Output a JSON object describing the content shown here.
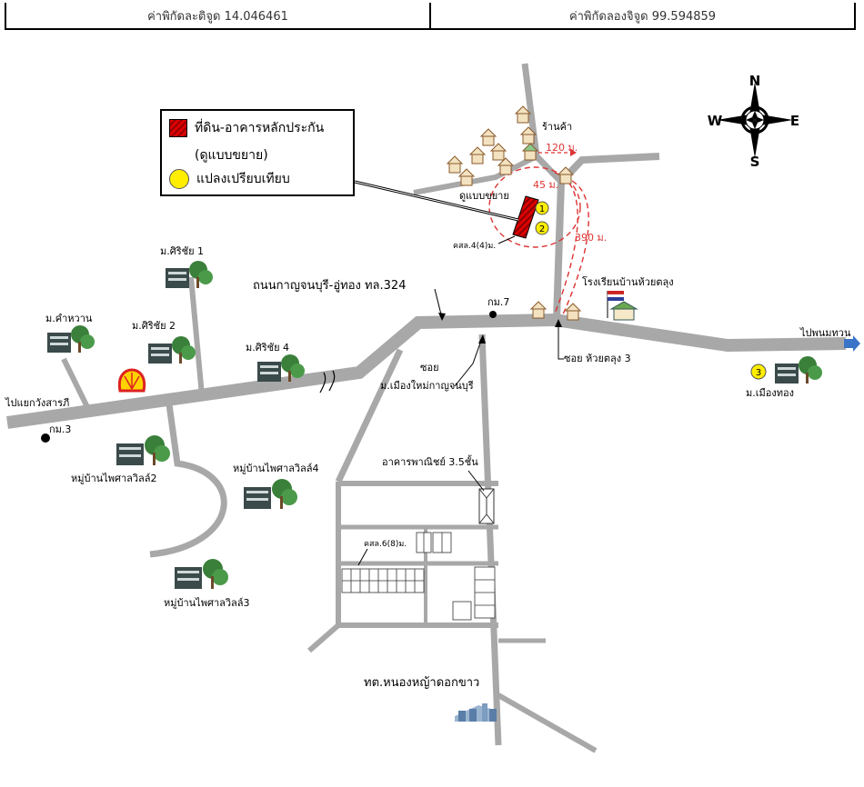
{
  "header": {
    "latitude": "ค่าพิกัดละติจูด 14.046461",
    "longitude": "ค่าพิกัดลองจิจูด 99.594859"
  },
  "legend": {
    "collateral": "ที่ดิน-อาคารหลักประกัน",
    "collateral_note": "(ดูแบบขยาย)",
    "comparable": "แปลงเปรียบเทียบ"
  },
  "compass": {
    "n": "N",
    "s": "S",
    "e": "E",
    "w": "W"
  },
  "labels": {
    "shop": "ร้านค้า",
    "dist_120": "120 ม.",
    "dist_45": "45 ม.",
    "dist_390": "390 ม.",
    "enlarged": "ดูแบบขยาย",
    "road_4": "คสล.4(4)ม.",
    "school": "โรงเรียนบ้านห้วยตลุง",
    "to_phanom_thuan": "ไปพนมทวน",
    "km7": "กม.7",
    "highway": "ถนนกาญจนบุรี-อู่ทอง ทล.324",
    "soi_huai_talung": "ซอย ห้วยตลุง 3",
    "soi": "ซอย",
    "soi_muang_mai": "ม.เมืองใหม่กาญจนบุรี",
    "mueang_thong": "ม.เมืองทอง",
    "siri_chai_1": "ม.ศิริชัย 1",
    "siri_chai_2": "ม.ศิริชัย 2",
    "siri_chai_4": "ม.ศิริชัย 4",
    "kham_wan": "ม.คำหวาน",
    "to_wang_sarap": "ไปแยกวังสารภี",
    "km3": "กม.3",
    "phaisan_2": "หมู่บ้านไพศาลวิลล์2",
    "phaisan_4": "หมู่บ้านไพศาลวิลล์4",
    "phaisan_3": "หมู่บ้านไพศาลวิลล์3",
    "commercial": "อาคารพาณิชย์ 3.5ชั้น",
    "road_6": "คสล.6(8)ม.",
    "market": "ทต.หนองหญ้าดอกขาว",
    "marker_1": "1",
    "marker_2": "2",
    "marker_3": "3"
  },
  "colors": {
    "road": "#a8a8a8",
    "collateral": "#d00000",
    "comparable": "#ffee00",
    "distance": "#d33333"
  }
}
